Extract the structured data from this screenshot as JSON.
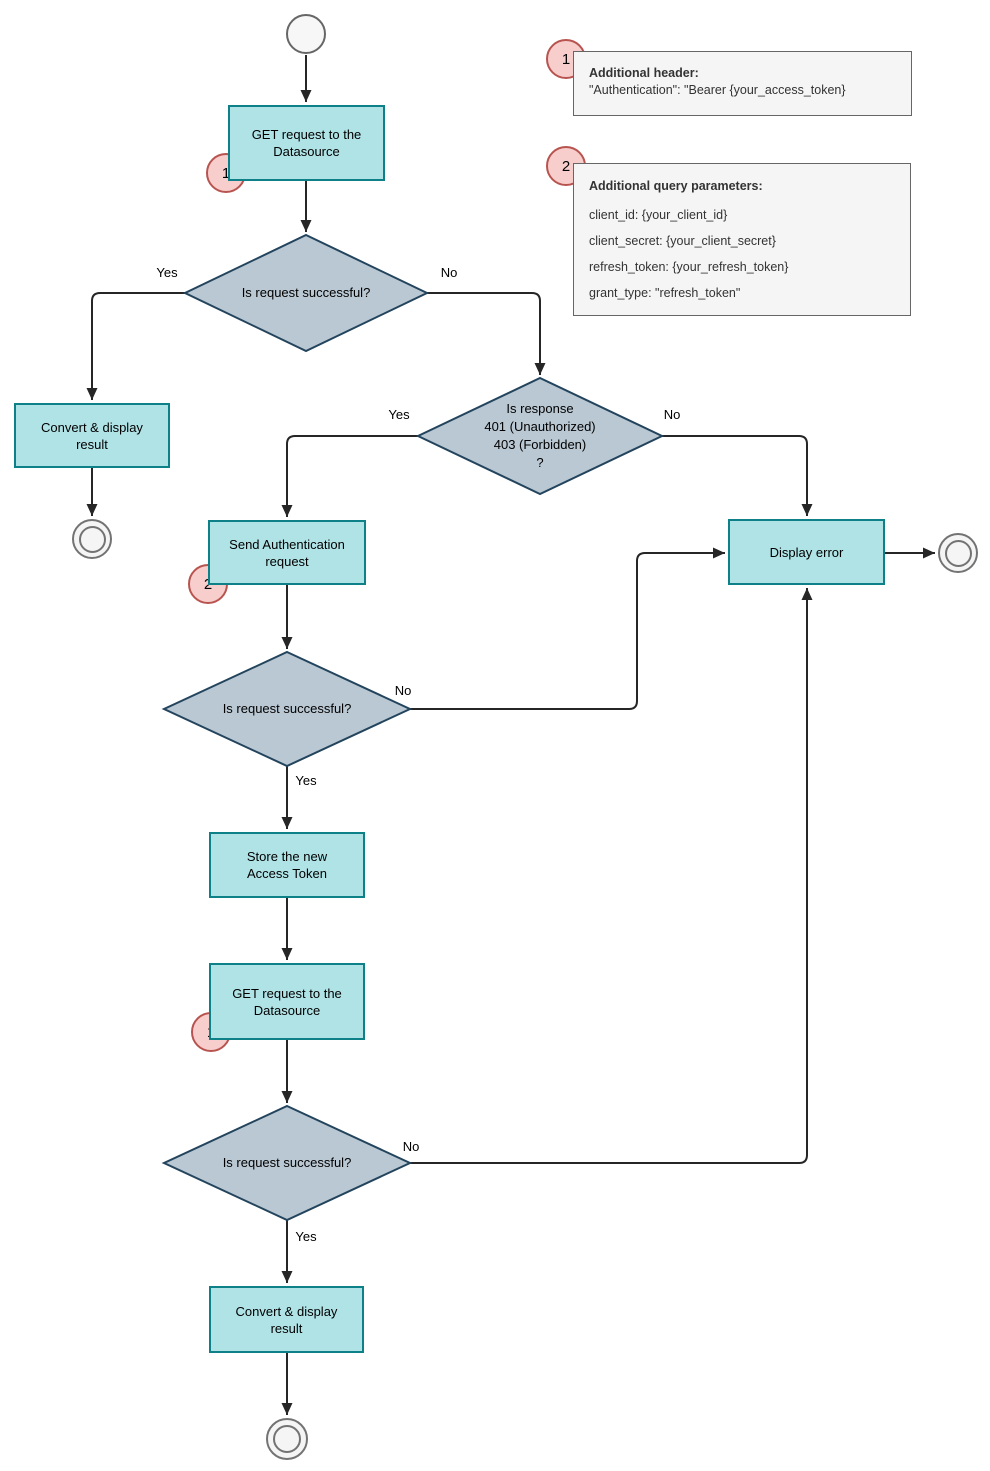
{
  "nodes": {
    "get_request_1": {
      "label": "GET request to the\nDatasource",
      "badge": "1"
    },
    "decision_1": {
      "label": "Is request successful?"
    },
    "convert_1": {
      "label": "Convert & display\nresult"
    },
    "decision_response": {
      "label": "Is response\n401 (Unauthorized)\n403 (Forbidden)\n?"
    },
    "send_auth": {
      "label": "Send Authentication\nrequest",
      "badge": "2"
    },
    "display_error": {
      "label": "Display error"
    },
    "decision_2": {
      "label": "Is request successful?"
    },
    "store_token": {
      "label": "Store the new\nAccess Token"
    },
    "get_request_2": {
      "label": "GET request to the\nDatasource",
      "badge": "1"
    },
    "decision_3": {
      "label": "Is request successful?"
    },
    "convert_2": {
      "label": "Convert & display\nresult"
    }
  },
  "edge_labels": {
    "d1_yes": "Yes",
    "d1_no": "No",
    "d2_yes": "Yes",
    "d2_no": "No",
    "d3_yes": "Yes",
    "d3_no": "No",
    "d4_yes": "Yes",
    "d4_no": "No"
  },
  "notes": [
    {
      "badge": "1",
      "title": "Additional header:",
      "lines": [
        "\"Authentication\": \"Bearer {your_access_token}"
      ]
    },
    {
      "badge": "2",
      "title": "Additional query parameters:",
      "lines": [
        "client_id: {your_client_id}",
        "client_secret: {your_client_secret}",
        "refresh_token: {your_refresh_token}",
        "grant_type: \"refresh_token\""
      ]
    }
  ],
  "colors": {
    "process_fill": "#b0e3e6",
    "process_stroke": "#0e8088",
    "decision_fill": "#bac8d3",
    "decision_stroke": "#23445d",
    "note_fill": "#f5f5f5",
    "note_stroke": "#666666",
    "badge_fill": "#f8cecc",
    "badge_stroke": "#b85450",
    "connector": "#262626"
  }
}
